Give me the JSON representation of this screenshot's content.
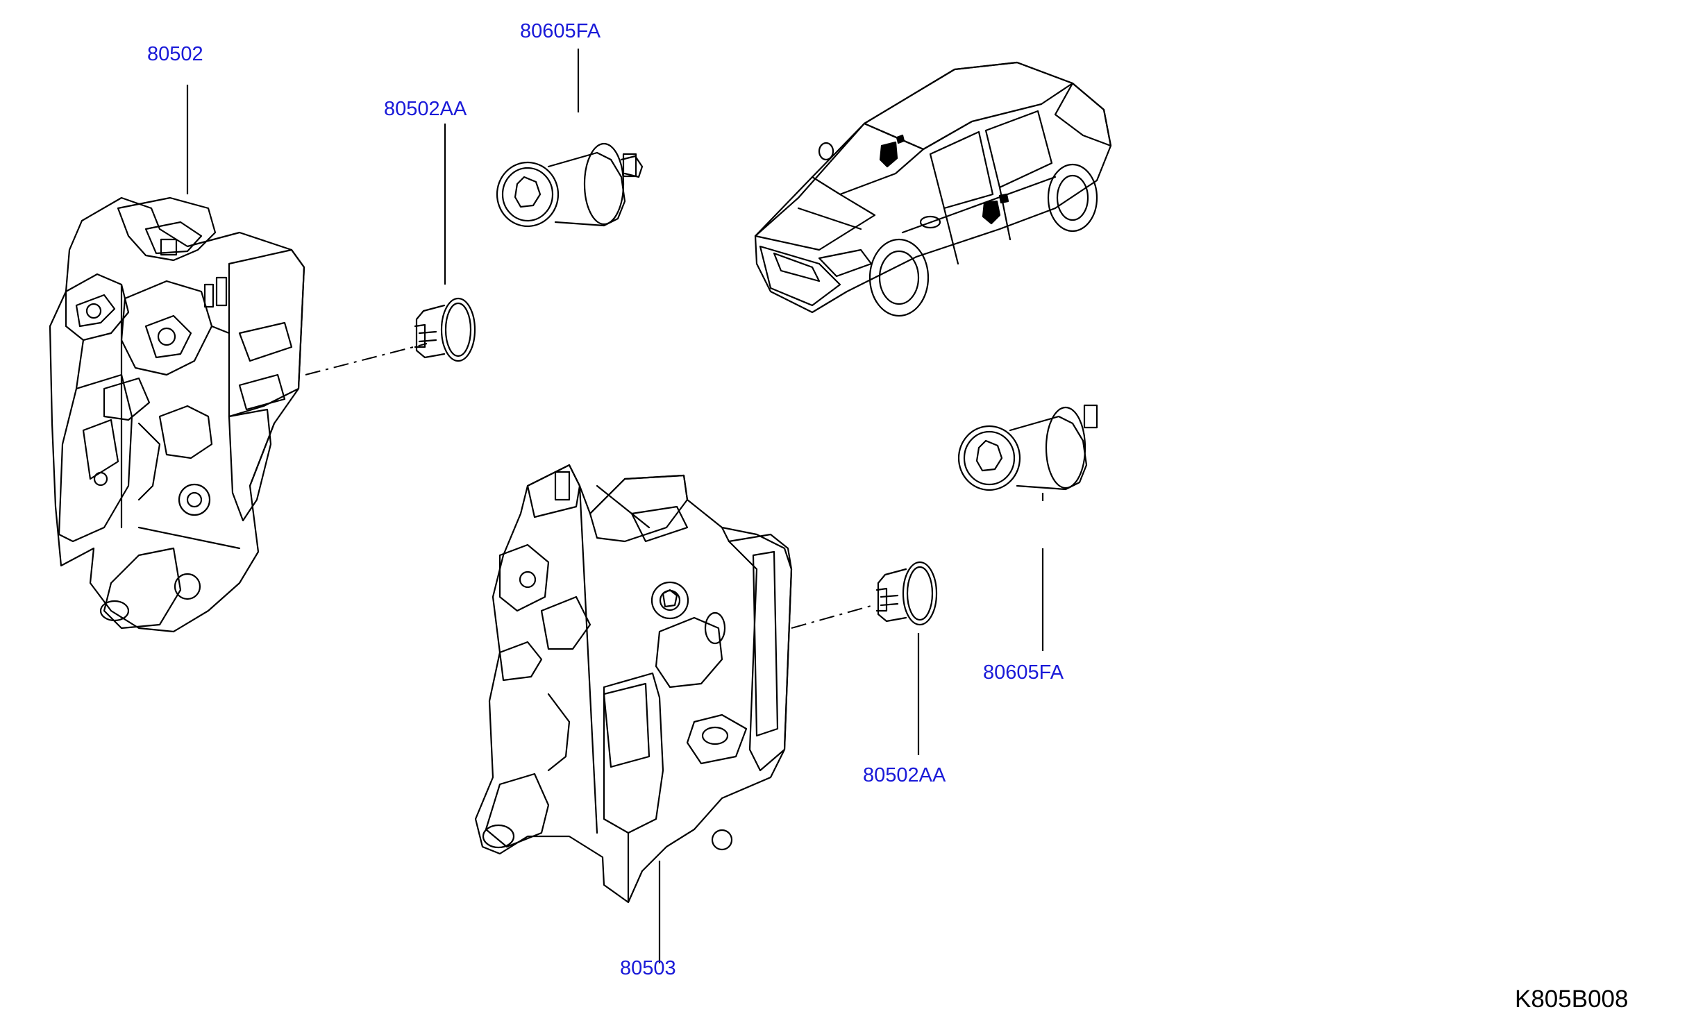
{
  "colors": {
    "callout": "#1a1ad8",
    "linework": "#000000",
    "background": "#ffffff"
  },
  "callouts": {
    "lock_left": "80502",
    "screw_left": "80502AA",
    "bolt_top": "80605FA",
    "lock_right": "80503",
    "screw_right": "80502AA",
    "bolt_right": "80605FA"
  },
  "diagram_code": "K805B008"
}
